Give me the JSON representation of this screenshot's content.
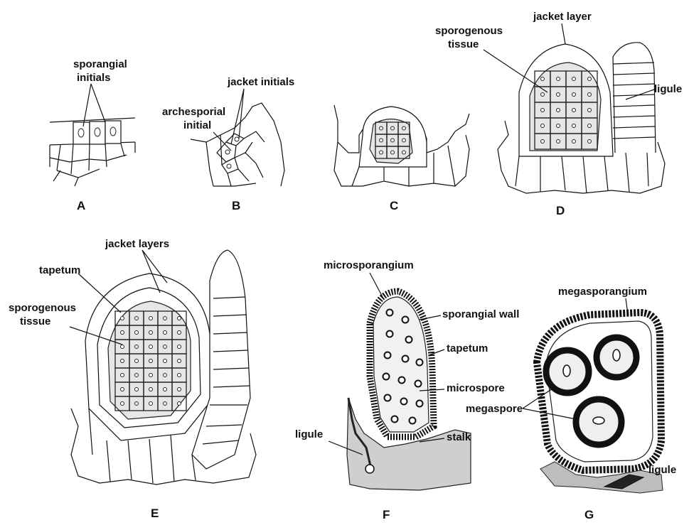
{
  "panels": {
    "A": {
      "letter": "A",
      "labels": {
        "sporangial_initials": [
          "sporangial",
          "initials"
        ]
      }
    },
    "B": {
      "letter": "B",
      "labels": {
        "jacket_initials": "jacket initials",
        "archesporial_initial": [
          "archesporial",
          "initial"
        ]
      }
    },
    "C": {
      "letter": "C"
    },
    "D": {
      "letter": "D",
      "labels": {
        "jacket_layer": "jacket layer",
        "sporogenous_tissue": [
          "sporogenous",
          "tissue"
        ],
        "ligule": "ligule"
      }
    },
    "E": {
      "letter": "E",
      "labels": {
        "jacket_layers": "jacket layers",
        "tapetum": "tapetum",
        "sporogenous_tissue": [
          "sporogenous",
          "tissue"
        ]
      }
    },
    "F": {
      "letter": "F",
      "labels": {
        "microsporangium": "microsporangium",
        "sporangial_wall": "sporangial wall",
        "tapetum": "tapetum",
        "microspore": "microspore",
        "ligule": "ligule",
        "stalk": "stalk"
      }
    },
    "G": {
      "letter": "G",
      "labels": {
        "megasporangium": "megasporangium",
        "megaspore": "megaspore",
        "ligule": "ligule"
      }
    }
  },
  "colors": {
    "ink": "#111111",
    "stipple": "#e6e6e6",
    "background": "#ffffff"
  }
}
